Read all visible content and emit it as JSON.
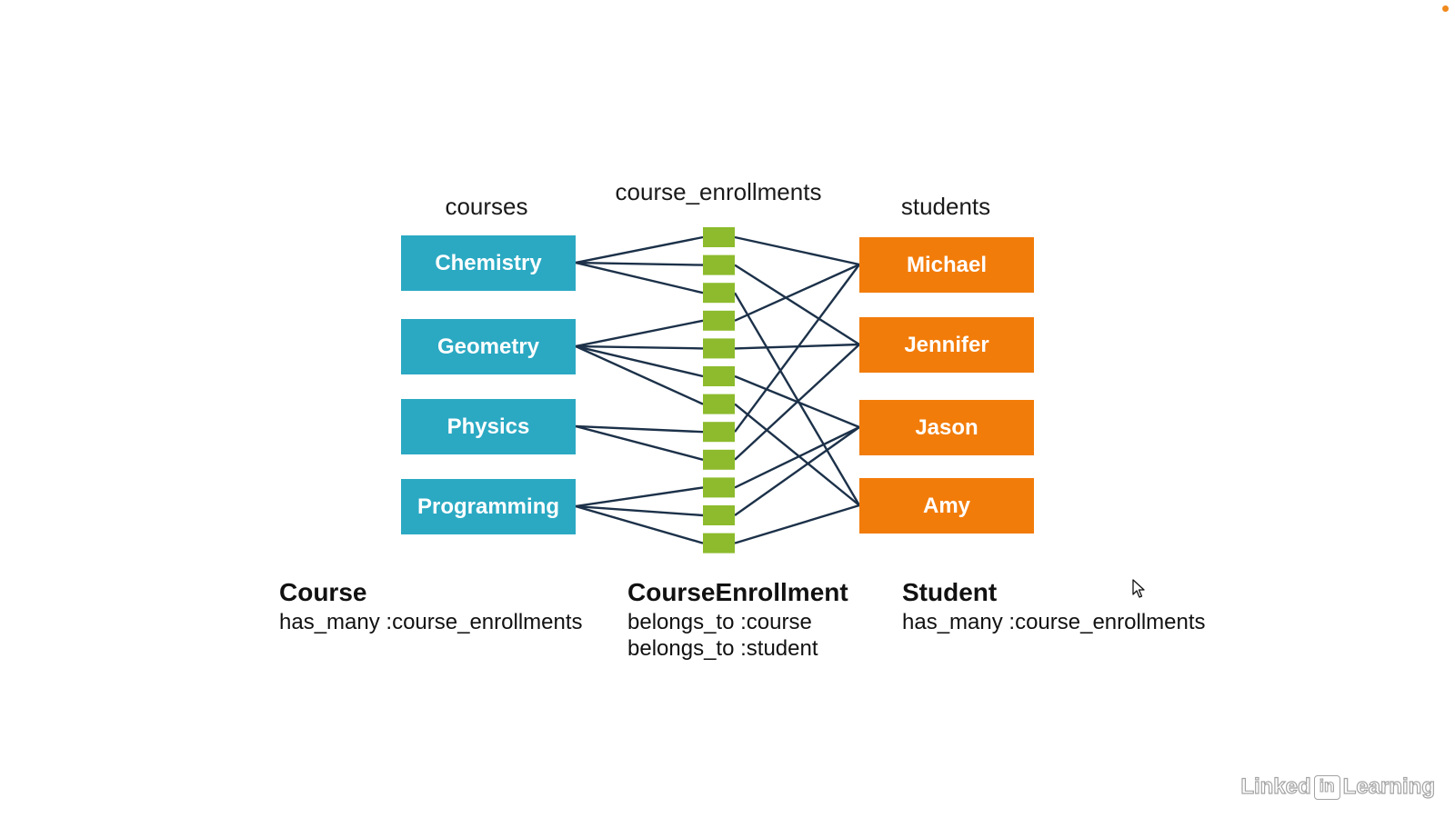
{
  "colors": {
    "course": "#2ba9c3",
    "student": "#f27c0a",
    "enrollment": "#8dbb2d",
    "link": "#1c3149",
    "accent_dot": "#f08a1c"
  },
  "columns": {
    "courses_label": "courses",
    "enrollments_label": "course_enrollments",
    "students_label": "students"
  },
  "courses": [
    "Chemistry",
    "Geometry",
    "Physics",
    "Programming"
  ],
  "students": [
    "Michael",
    "Jennifer",
    "Jason",
    "Amy"
  ],
  "enrollment_count": 12,
  "links": [
    {
      "enrollment": 0,
      "course": 0,
      "student": 0
    },
    {
      "enrollment": 1,
      "course": 0,
      "student": 1
    },
    {
      "enrollment": 2,
      "course": 0,
      "student": 3
    },
    {
      "enrollment": 3,
      "course": 1,
      "student": 0
    },
    {
      "enrollment": 4,
      "course": 1,
      "student": 1
    },
    {
      "enrollment": 5,
      "course": 1,
      "student": 2
    },
    {
      "enrollment": 6,
      "course": 1,
      "student": 3
    },
    {
      "enrollment": 7,
      "course": 2,
      "student": 0
    },
    {
      "enrollment": 8,
      "course": 2,
      "student": 1
    },
    {
      "enrollment": 9,
      "course": 3,
      "student": 2
    },
    {
      "enrollment": 10,
      "course": 3,
      "student": 2
    },
    {
      "enrollment": 11,
      "course": 3,
      "student": 3
    }
  ],
  "models": {
    "course": {
      "name": "Course",
      "lines": [
        "has_many :course_enrollments"
      ]
    },
    "enrollment": {
      "name": "CourseEnrollment",
      "lines": [
        "belongs_to :course",
        "belongs_to :student"
      ]
    },
    "student": {
      "name": "Student",
      "lines": [
        "has_many :course_enrollments"
      ]
    }
  },
  "watermark": {
    "brand_left": "Linked",
    "brand_badge": "in",
    "brand_right": "Learning"
  }
}
